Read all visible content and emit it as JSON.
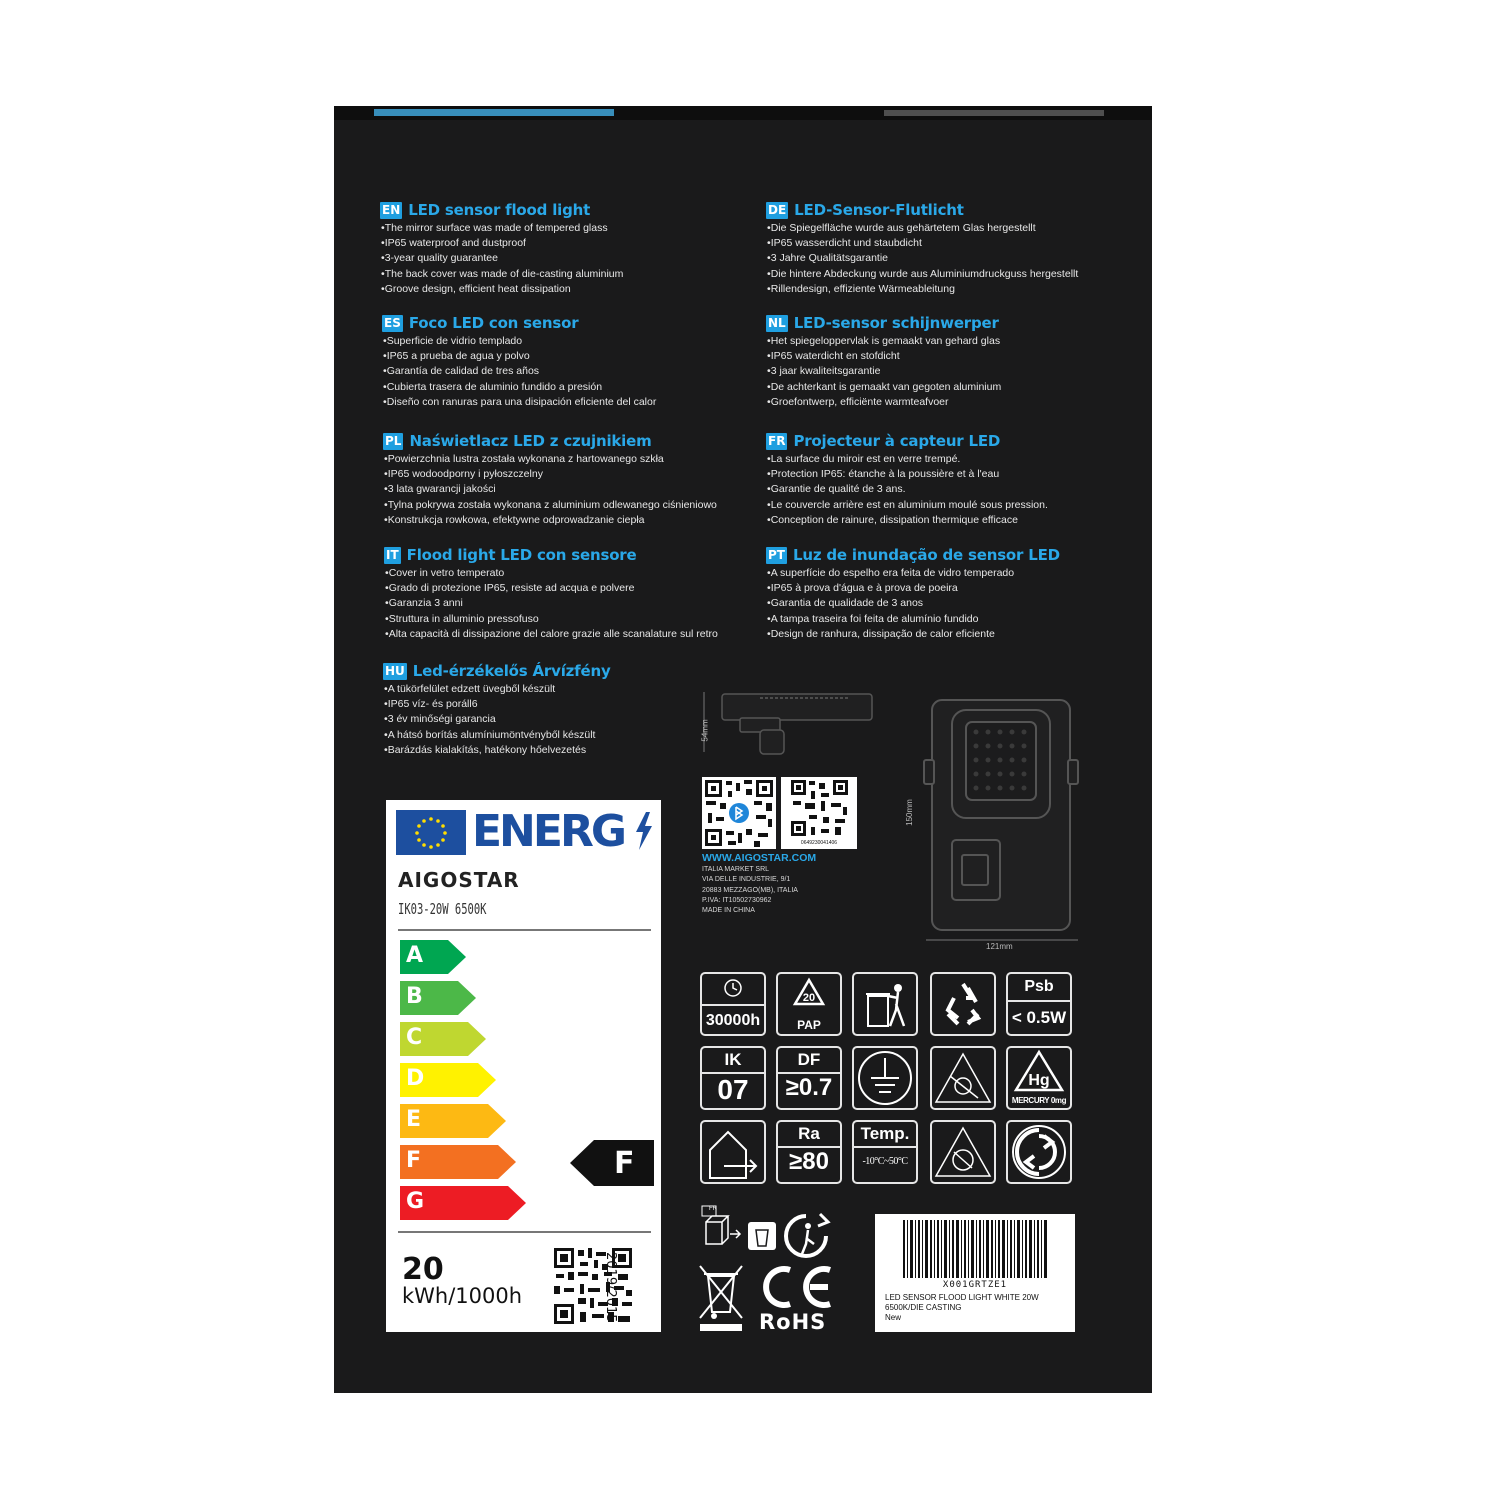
{
  "sections": [
    {
      "code": "EN",
      "title": "LED sensor flood light",
      "bullets": [
        "The mirror surface was made of tempered glass",
        "IP65 waterproof and dustproof",
        "3-year quality guarantee",
        "The back cover was made of die-casting aluminium",
        "Groove design, efficient heat dissipation"
      ]
    },
    {
      "code": "DE",
      "title": "LED-Sensor-Flutlicht",
      "bullets": [
        "Die Spiegelfläche wurde aus gehärtetem Glas hergestellt",
        "IP65 wasserdicht und staubdicht",
        "3 Jahre Qualitätsgarantie",
        "Die hintere Abdeckung wurde aus Aluminiumdruckguss hergestellt",
        "Rillendesign, effiziente Wärmeableitung"
      ]
    },
    {
      "code": "ES",
      "title": "Foco LED con sensor",
      "bullets": [
        "Superficie de vidrio templado",
        "IP65 a prueba de agua y polvo",
        "Garantía de calidad de tres años",
        "Cubierta trasera de aluminio fundido a presión",
        "Diseño con ranuras para una disipación eficiente del calor"
      ]
    },
    {
      "code": "NL",
      "title": "LED-sensor schijnwerper",
      "bullets": [
        "Het spiegeloppervlak is gemaakt van gehard glas",
        "IP65 waterdicht en stofdicht",
        "3 jaar kwaliteitsgarantie",
        "De achterkant is gemaakt van gegoten aluminium",
        "Groefontwerp, efficiënte warmteafvoer"
      ]
    },
    {
      "code": "PL",
      "title": "Naświetlacz LED z czujnikiem",
      "bullets": [
        "Powierzchnia lustra została wykonana z hartowanego szkła",
        "IP65 wodoodporny i pyłoszczelny",
        "3 lata gwarancji jakości",
        "Tylna pokrywa została wykonana z aluminium odlewanego ciśnieniowo",
        "Konstrukcja rowkowa, efektywne odprowadzanie ciepła"
      ]
    },
    {
      "code": "FR",
      "title": "Projecteur à capteur LED",
      "bullets": [
        "La surface du miroir est en verre trempé.",
        "Protection IP65: étanche à la poussière et à l'eau",
        "Garantie de qualité de 3 ans.",
        "Le couvercle arrière est en aluminium moulé sous pression.",
        "Conception de rainure, dissipation thermique efficace"
      ]
    },
    {
      "code": "IT",
      "title": "Flood light LED con sensore",
      "bullets": [
        "Cover in vetro temperato",
        "Grado di protezione IP65, resiste ad acqua e polvere",
        "Garanzia 3 anni",
        "Struttura in alluminio pressofuso",
        "Alta capacità di dissipazione del calore grazie alle scanalature sul retro"
      ]
    },
    {
      "code": "PT",
      "title": "Luz de inundação de sensor LED",
      "bullets": [
        "A superfície do espelho era feita de vidro temperado",
        "IP65 à prova d'água e à prova de poeira",
        "Garantia de qualidade de 3 anos",
        "A tampa traseira foi feita de alumínio fundido",
        "Design de ranhura, dissipação de calor eficiente"
      ]
    },
    {
      "code": "HU",
      "title": "Led-érzékelős Árvízfény",
      "bullets": [
        "A tükörfelület edzett üvegből készült",
        "IP65 víz- és poráll6",
        "3 év minőségi garancia",
        "A hátsó borítás alumíniumöntvényből készült",
        "Barázdás kialakítás, hatékony hőelvezetés"
      ]
    }
  ],
  "energy_label": {
    "header": "ENERG",
    "brand": "AIGOSTAR",
    "model": "IK03-20W 6500K",
    "classes": [
      "A",
      "B",
      "C",
      "D",
      "E",
      "F",
      "G"
    ],
    "class_colors": [
      "#00a651",
      "#4cb848",
      "#bfd730",
      "#fff200",
      "#fdb913",
      "#f37021",
      "#ed1c24"
    ],
    "rating": "F",
    "kwh": "20",
    "kwh_unit": "kWh/1000h",
    "regulation": "2019/2015"
  },
  "company": {
    "qr_caption": "0649230041406",
    "website": "WWW.AIGOSTAR.COM",
    "address": [
      "ITALIA MARKET SRL",
      "VIA DELLE INDUSTRIE, 9/1",
      "20883 MEZZAGO(MB), ITALIA",
      "P.IVA: IT10502730962",
      "MADE IN CHINA"
    ]
  },
  "dimensions": {
    "depth": "54mm",
    "height": "150mm",
    "width": "121mm"
  },
  "icons": {
    "lifetime": "30000h",
    "pap_num": "20",
    "pap": "PAP",
    "psb": "Psb",
    "psb_val": "< 0.5W",
    "ik": "IK",
    "ik_val": "07",
    "df": "DF",
    "df_val": "≥0.7",
    "hg": "Hg",
    "mercury": "MERCURY 0mg",
    "ra": "Ra",
    "ra_val": "≥80",
    "temp": "Temp.",
    "temp_val": "-10°C~50°C"
  },
  "compliance": {
    "fr": "FR",
    "rohs": "RoHS"
  },
  "barcode": {
    "id": "X001GRTZE1",
    "desc": "LED SENSOR FLOOD LIGHT WHITE 20W 6500K/DIE CASTING",
    "cond": "New"
  }
}
